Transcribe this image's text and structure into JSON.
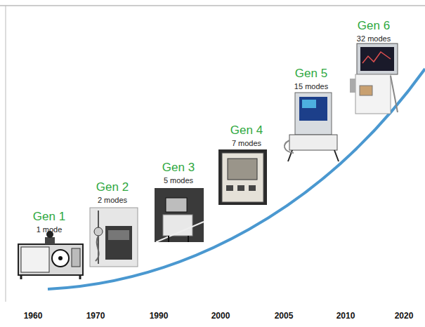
{
  "diagram": {
    "labels": [
      "Gen 1",
      "1 mode",
      "Gen 2",
      "2 modes",
      "Gen 3",
      "5 modes",
      "Gen 4",
      "7 modes",
      "Gen 5",
      "15 modes",
      "Gen 6",
      "32 modes",
      "1960",
      "1970",
      "1990",
      "2000",
      "2005",
      "2010",
      "2020"
    ]
  }
}
